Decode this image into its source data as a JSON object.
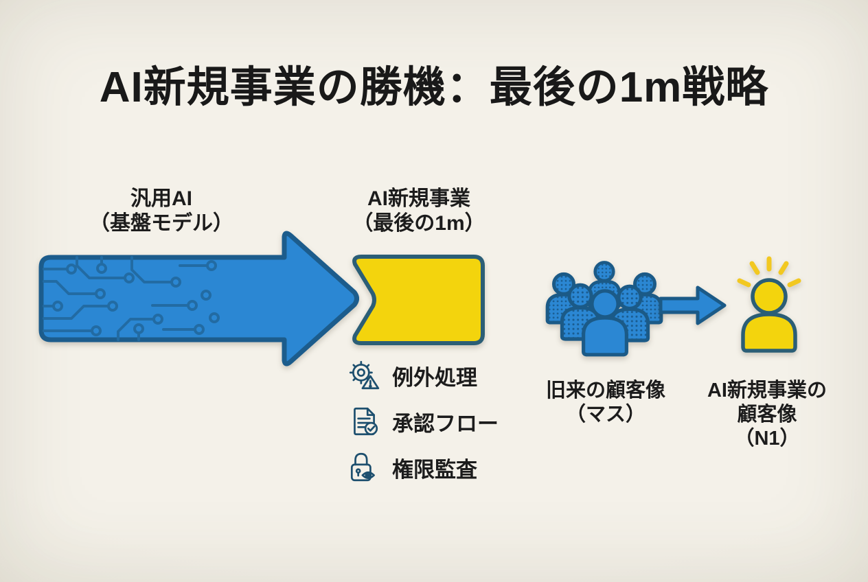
{
  "title": "AI新規事業の勝機：最後の1m戦略",
  "flow": {
    "source": {
      "label_line1": "汎用AI",
      "label_line2": "（基盤モデル）"
    },
    "target": {
      "label_line1": "AI新規事業",
      "label_line2": "（最後の1m）"
    },
    "features": [
      {
        "icon": "gear-warning-icon",
        "label": "例外処理"
      },
      {
        "icon": "document-check-icon",
        "label": "承認フロー"
      },
      {
        "icon": "lock-eye-icon",
        "label": "権限監査"
      }
    ]
  },
  "customers": {
    "mass": {
      "label_line1": "旧来の顧客像",
      "label_line2": "（マス）"
    },
    "n1": {
      "label_line1": "AI新規事業の",
      "label_line2": "顧客像",
      "label_line3": "（N1）"
    }
  },
  "colors": {
    "background": "#f2efe7",
    "blue": "#2b87d3",
    "blue_dark": "#1c5c8c",
    "circuit_line": "#226ba3",
    "yellow": "#f3d40d",
    "yellow_border": "#2b5e76",
    "icon_stroke": "#1d4f6e",
    "ray_yellow": "#f2c821",
    "text": "#191919"
  }
}
